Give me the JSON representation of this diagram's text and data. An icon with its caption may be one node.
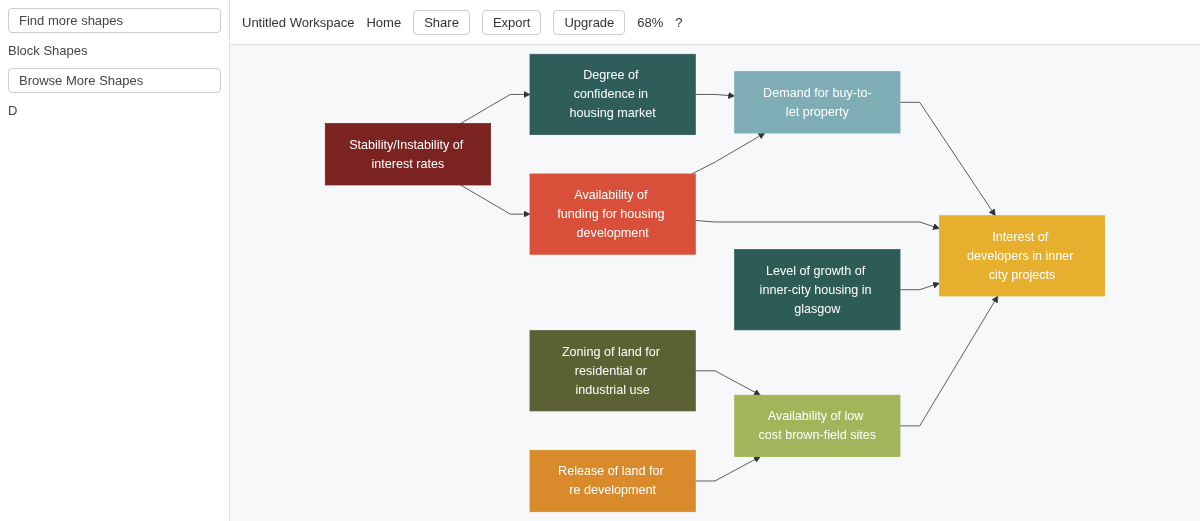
{
  "diagram": {
    "nodes": [
      {
        "text": [
          "Degree of confidence in housing market"
        ]
      },
      {
        "text": [
          "Demand for buy-to-let property"
        ]
      },
      {
        "text": [
          "Stability/Instability of interest rates"
        ]
      },
      {
        "text": [
          "Availability of funding for housing development"
        ]
      },
      {
        "text": [
          "Interest of developers in inner city projects"
        ]
      },
      {
        "text": [
          "Zoning of land for residential or industrial use"
        ]
      },
      {
        "text": [
          "Availability of low cost brown-field sites"
        ]
      },
      {
        "text": [
          "Release of land for re development"
        ]
      },
      {
        "text": [
          "Level of growth of inner-city housing in glasgow"
        ]
      }
    ],
    "edges": [
      {
        "from": 2,
        "to": 0,
        "arrow": "to"
      },
      {
        "from": 2,
        "to": 3,
        "arrow": "to"
      },
      {
        "from": 0,
        "to": 1,
        "arrow": "to"
      },
      {
        "from": 3,
        "to": 1,
        "arrow": "to"
      },
      {
        "from": 3,
        "to": 4,
        "arrow": "to"
      },
      {
        "from": 1,
        "to": 4,
        "arrow": "to"
      },
      {
        "from": 5,
        "to": 6,
        "arrow": "to"
      },
      {
        "from": 6,
        "to": 4,
        "arrow": "to"
      },
      {
        "from": 7,
        "to": 6,
        "arrow": "to"
      },
      {
        "from": 8,
        "to": 4,
        "arrow": "to"
      }
    ],
    "labels": [
      "Find more shapes",
      "Untitled Workspace",
      "Home",
      "Share",
      "Export",
      "Upgrade",
      "Block Shapes",
      "Browse More Shapes",
      "68%",
      "D",
      "?"
    ]
  }
}
